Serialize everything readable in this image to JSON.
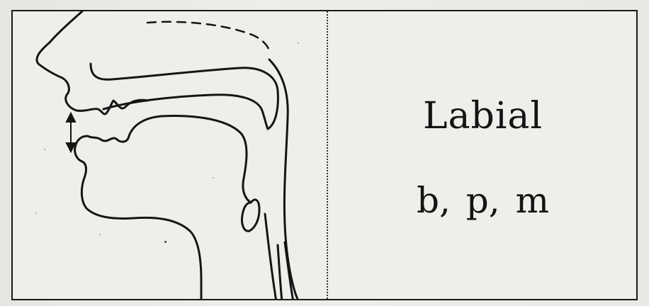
{
  "panel": {
    "title": "Labial",
    "sounds": "b, p, m"
  },
  "icons": {
    "articulation_arrow": "double-headed-vertical-arrow",
    "vocal_tract": "sagittal-vocal-tract-outline"
  },
  "colors": {
    "ink": "#141414",
    "paper": "#efeeeb",
    "border": "#1a1a1a"
  }
}
